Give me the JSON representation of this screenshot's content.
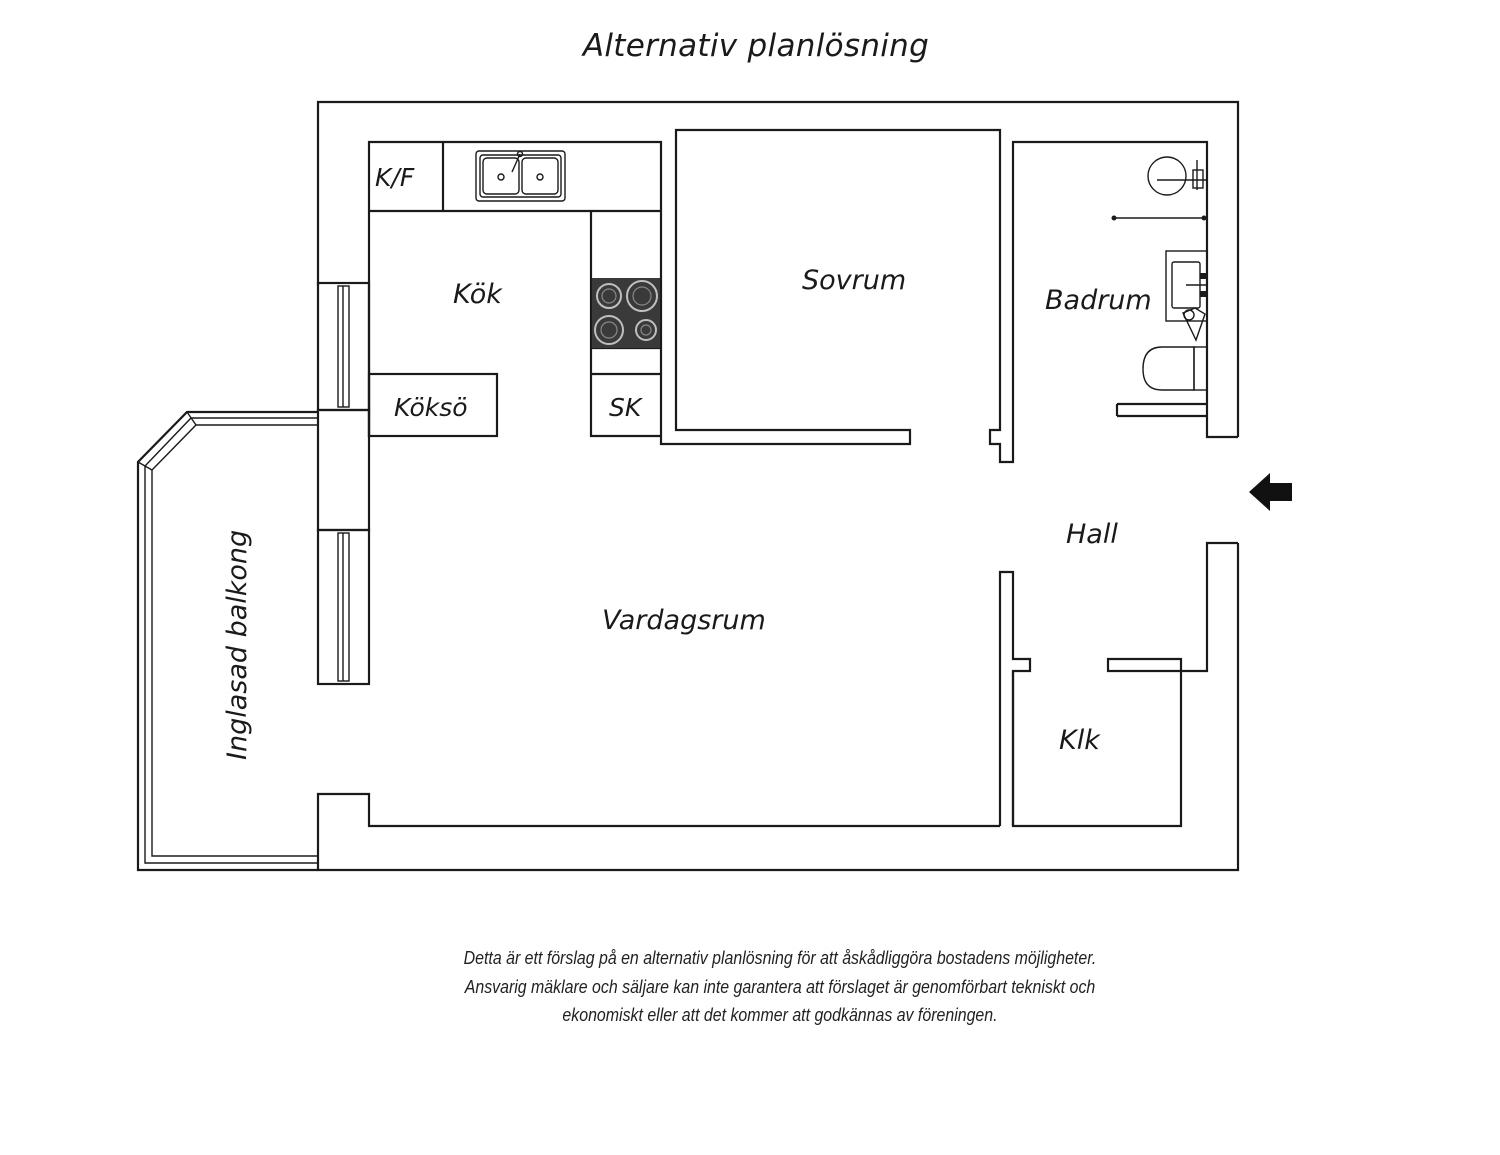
{
  "title": "Alternativ planlösning",
  "rooms": {
    "kf": "K/F",
    "kok": "Kök",
    "kokso": "Köksö",
    "sk": "SK",
    "sovrum": "Sovrum",
    "badrum": "Badrum",
    "hall": "Hall",
    "vardagsrum": "Vardagsrum",
    "klk": "Klk",
    "balkong": "Inglasad balkong"
  },
  "entrance_icon": "arrow-left-icon",
  "disclaimer": [
    "Detta är ett förslag på en alternativ planlösning för att åskådliggöra bostadens möjligheter.",
    "Ansvarig mäklare och säljare kan inte garantera att förslaget är genomförbart tekniskt och",
    "ekonomiskt eller att det kommer att godkännas av föreningen."
  ],
  "colors": {
    "line": "#1a1a1a",
    "stove": "#3a3a3a",
    "background": "#ffffff"
  }
}
